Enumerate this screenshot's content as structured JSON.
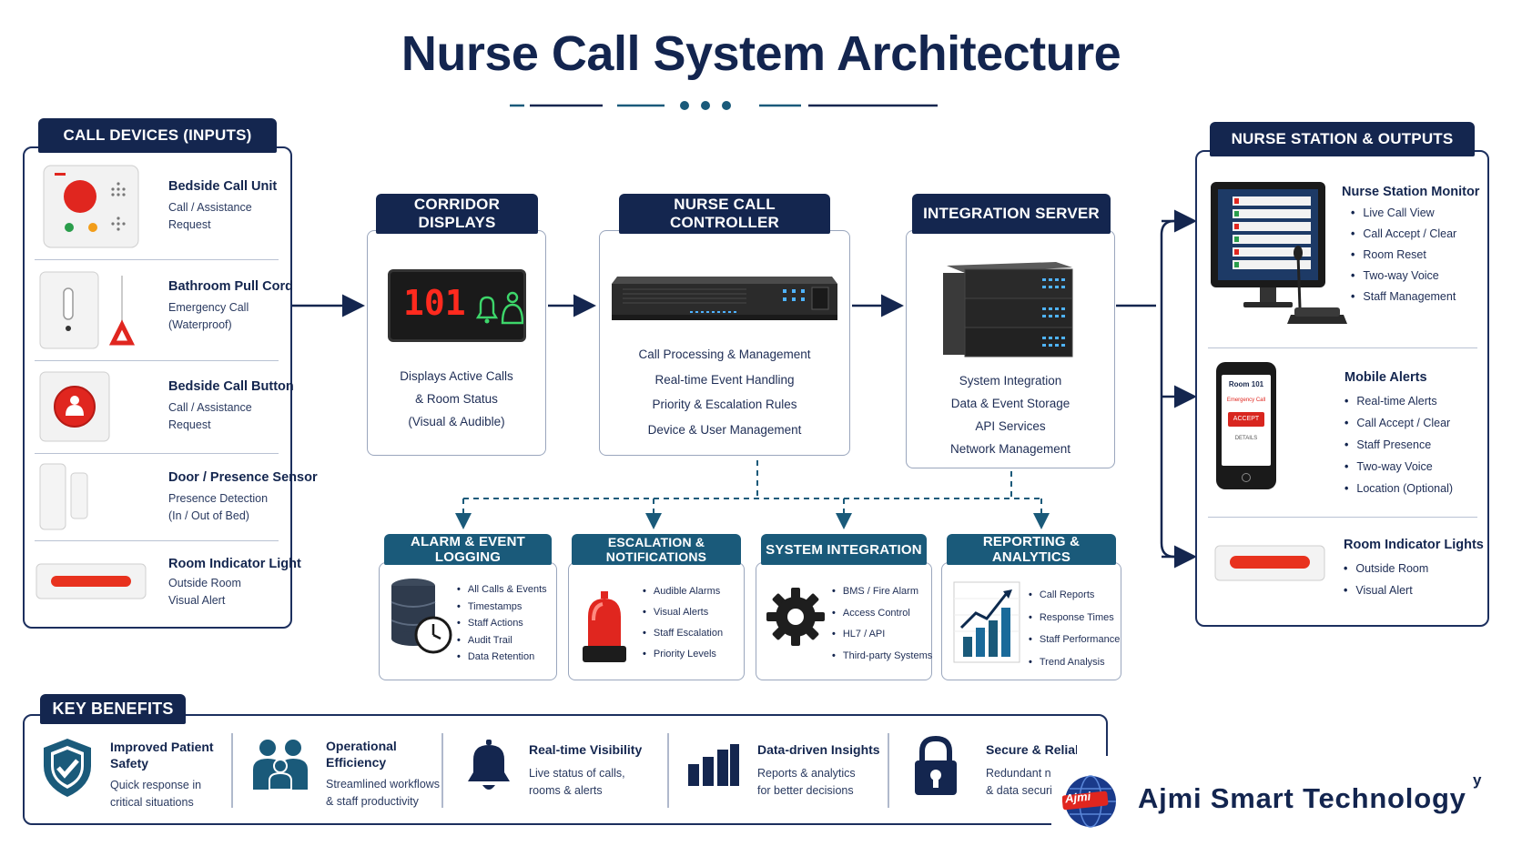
{
  "title": "Nurse Call System Architecture",
  "inputs": {
    "header": "CALL DEVICES (INPUTS)",
    "items": [
      {
        "name": "Bedside Call Unit",
        "desc1": "Call / Assistance",
        "desc2": "Request"
      },
      {
        "name": "Bathroom Pull Cord",
        "desc1": "Emergency Call",
        "desc2": "(Waterproof)"
      },
      {
        "name": "Bedside Call Button",
        "desc1": "Call / Assistance",
        "desc2": "Request"
      },
      {
        "name": "Door / Presence Sensor",
        "desc1": "Presence Detection",
        "desc2": "(In / Out of Bed)"
      },
      {
        "name": "Room Indicator Light",
        "desc1": "Outside Room",
        "desc2": "Visual Alert"
      }
    ]
  },
  "corridor": {
    "header": "CORRIDOR DISPLAYS",
    "display_number": "101",
    "lines": [
      "Displays Active Calls",
      "& Room Status",
      "(Visual & Audible)"
    ]
  },
  "controller": {
    "header": "NURSE CALL CONTROLLER",
    "lines": [
      "Call Processing & Management",
      "Real-time Event Handling",
      "Priority & Escalation Rules",
      "Device & User Management"
    ]
  },
  "integration": {
    "header": "INTEGRATION SERVER",
    "lines": [
      "System Integration",
      "Data & Event Storage",
      "API Services",
      "Network Management"
    ]
  },
  "modules": [
    {
      "header": "ALARM & EVENT LOGGING",
      "icon": "database-clock-icon",
      "items": [
        "All Calls & Events",
        "Timestamps",
        "Staff Actions",
        "Audit Trail",
        "Data Retention"
      ]
    },
    {
      "header": "ESCALATION & NOTIFICATIONS",
      "icon": "siren-icon",
      "items": [
        "Audible Alarms",
        "Visual Alerts",
        "Staff Escalation",
        "Priority Levels"
      ]
    },
    {
      "header": "SYSTEM INTEGRATION",
      "icon": "gear-icon",
      "items": [
        "BMS / Fire Alarm",
        "Access Control",
        "HL7 / API",
        "Third-party Systems"
      ]
    },
    {
      "header": "REPORTING & ANALYTICS",
      "icon": "bar-chart-icon",
      "items": [
        "Call Reports",
        "Response Times",
        "Staff Performance",
        "Trend Analysis"
      ]
    }
  ],
  "outputs": {
    "header": "NURSE STATION & OUTPUTS",
    "items": [
      {
        "name": "Nurse Station Monitor",
        "bullets": [
          "Live Call View",
          "Call Accept / Clear",
          "Room Reset",
          "Two-way Voice",
          "Staff Management"
        ]
      },
      {
        "name": "Mobile Alerts",
        "bullets": [
          "Real-time Alerts",
          "Call Accept / Clear",
          "Staff Presence",
          "Two-way Voice",
          "Location (Optional)"
        ]
      },
      {
        "name": "Room Indicator Lights",
        "bullets": [
          "Outside Room",
          "Visual Alert"
        ]
      }
    ],
    "phone": {
      "room": "Room 101",
      "type": "Emergency Call",
      "accept": "ACCEPT",
      "details": "DETAILS"
    }
  },
  "benefits": {
    "header": "KEY BENEFITS",
    "items": [
      {
        "title1": "Improved Patient",
        "title2": "Safety",
        "desc1": "Quick response in",
        "desc2": "critical situations"
      },
      {
        "title1": "Operational",
        "title2": "Efficiency",
        "desc1": "Streamlined workflows",
        "desc2": "& staff productivity"
      },
      {
        "title1": "Real-time Visibility",
        "title2": "",
        "desc1": "Live status of calls,",
        "desc2": "rooms & alerts"
      },
      {
        "title1": "Data-driven Insights",
        "title2": "",
        "desc1": "Reports & analytics",
        "desc2": "for better decisions"
      },
      {
        "title1": "Secure & Reliable",
        "title2": "",
        "desc1": "Redundant n",
        "desc2": "& data securi"
      }
    ]
  },
  "watermark": {
    "text": "Ajmi Smart Technology",
    "logo": "Ajmi",
    "stray": "y"
  },
  "colors": {
    "navy": "#14264f",
    "red": "#e0261f",
    "teal": "#1a5a7a"
  }
}
